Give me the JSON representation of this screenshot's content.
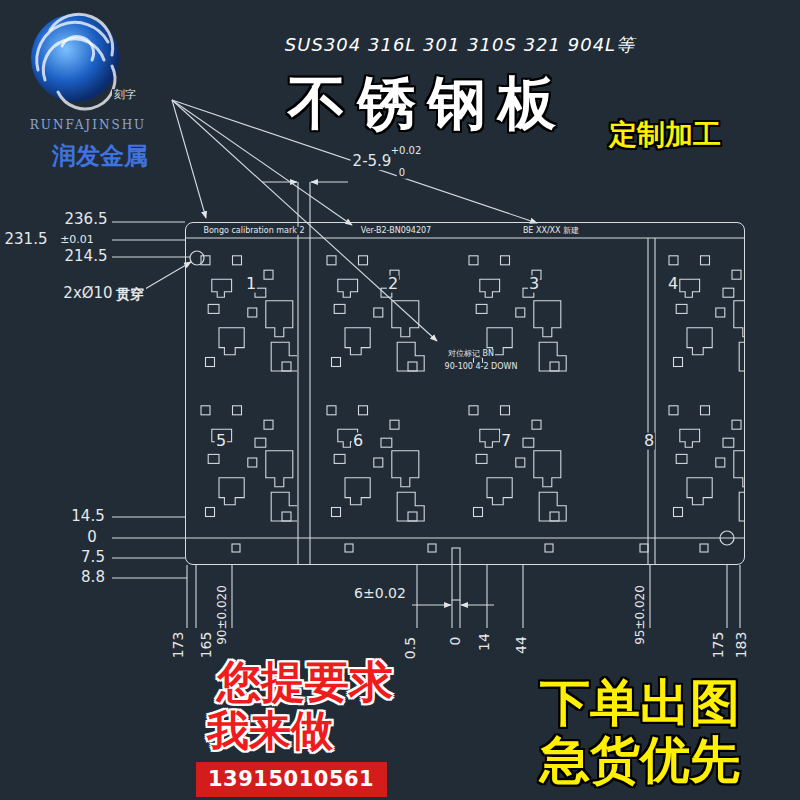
{
  "diagram": {
    "title": "不锈钢板",
    "nodes": [
      {
        "text": [
          "Bongo calibration mark 2",
          "Ver-B2-BN094207",
          "BE XX/XX 新建",
          "1",
          "2",
          "3",
          "4",
          "5",
          "6",
          "7",
          "8",
          "对位标记 BN",
          "90-100 4-2 DOWN"
        ]
      },
      {
        "text": [
          "13915010561"
        ]
      }
    ],
    "labels": [
      "SUS304 316L 301 310S 321 904L等",
      "定制加工",
      "刻字",
      "RUNFAJINSHU",
      "润发金属",
      "2-5.9",
      "+0.02",
      "0",
      "236.5",
      "231.5",
      "±0.01",
      "214.5",
      "2xØ10",
      "贯穿",
      "14.5",
      "0",
      "7.5",
      "8.8",
      "6±0.02",
      "173",
      "165",
      "90±0.020",
      "0.5",
      "0",
      "14",
      "44",
      "95±0.020",
      "175",
      "183",
      "您提要求",
      "我来做",
      "下单出图",
      "急货优先"
    ]
  }
}
